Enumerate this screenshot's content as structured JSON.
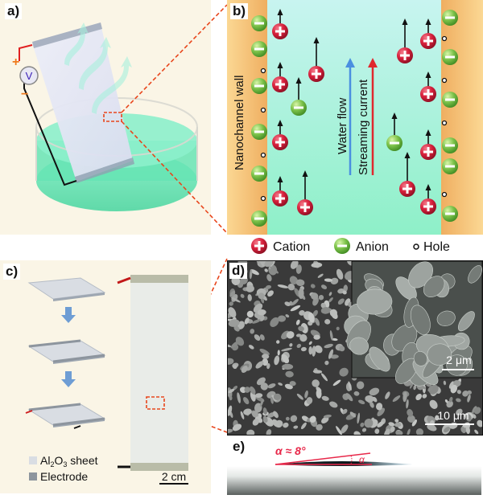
{
  "panels": {
    "a": {
      "label": "a)",
      "voltmeter_symbol": "V",
      "plus_sign": "+",
      "minus_sign": "−"
    },
    "b": {
      "label": "b)",
      "wall_label": "Nanochannel wall",
      "water_flow_label": "Water flow",
      "streaming_current_label": "Streaming current",
      "cation_symbol": "+",
      "anion_symbol": "−"
    },
    "legend": {
      "items": [
        {
          "name": "cation",
          "label": "Cation"
        },
        {
          "name": "anion",
          "label": "Anion"
        },
        {
          "name": "hole",
          "label": "Hole"
        }
      ]
    },
    "c": {
      "label": "c)",
      "legend_sheet": "Al2O3 sheet",
      "legend_sheet_parts": {
        "a": "Al",
        "s1": "2",
        "o": "O",
        "s2": "3",
        "rest": " sheet"
      },
      "legend_electrode": "Electrode",
      "scale_bar": "2 cm"
    },
    "d": {
      "label": "d)",
      "inset_scale_bar": "2 μm",
      "main_scale_bar": "10 μm"
    },
    "e": {
      "label": "e)",
      "angle_text": "α ≈ 8°",
      "angle_symbol": "α"
    }
  },
  "colors": {
    "panel_bg": "#faf5e6",
    "channel_water": "#b2f2e2",
    "wall": "#f1b36a",
    "cation": "#d5243e",
    "anion": "#7cc24a",
    "water_arrow": "#4a8fe0",
    "current_arrow": "#e0282e",
    "callout_dash": "#e8461c",
    "solution": "#5fe0b0",
    "contact_line": "#e8284a"
  }
}
